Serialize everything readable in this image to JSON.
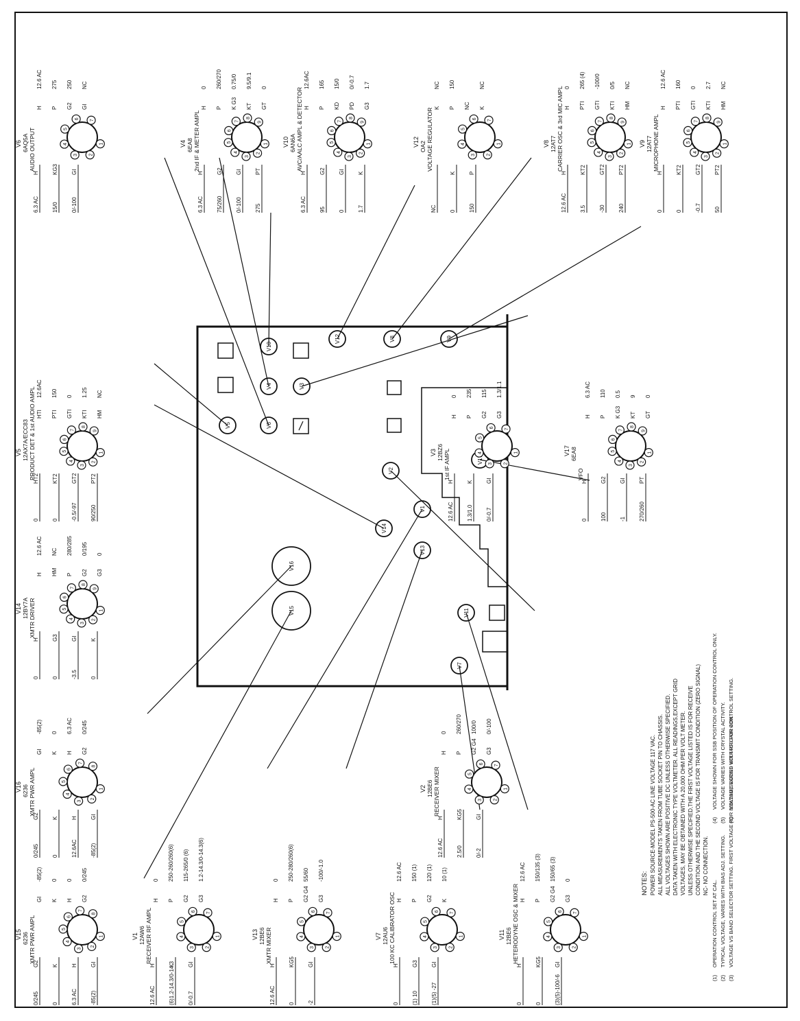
{
  "sheet": {
    "notes_heading": "NOTES:",
    "notes": [
      "POWER SOURCE-MODEL PS-500-AC LINE VOLTAGE 117 VAC.",
      "ALL MEASUREMENTS TAKEN FROM TUBE SOCKET PIN TO CHASSIS.",
      "ALL VOLTAGES SHOWN ARE POSITIVE DC UNLESS OTHERWISE SPECIFIED.",
      "DATA TAKEN WITH ELECTRONIC TYPE VOLTMETER. ALL READINGS,EXCEPT GRID",
      "VOLTAGES, MAY BE OBTAINED WITH A 20,000 OHM PER VOLT METER.",
      "UNLESS OTHERWISE SPECIFIED,THE FIRST VOLTAGE LISTED IS FOR RECEIVE",
      "CONDITION AND THE SECOND VOLTAGE IS FOR TRANSMIT CONDITION (ZERO SIGNAL)",
      "NC- NO CONNECTION."
    ],
    "footnotes": [
      {
        "mark": "(1)",
        "text": "OPERATION CONTROL SET AT CAL."
      },
      {
        "mark": "(2)",
        "text": "TYPICAL VOLTAGE, VARIES WITH BIAS ADJ. SETTING."
      },
      {
        "mark": "(3)",
        "text": "VOLTAGE VS BAND SELECTOR SETTING. FIRST VOLTAGE FOR 80M/20M,SECOND VOLTAGE FOR 40M."
      },
      {
        "mark": "(4)",
        "text": "VOLTAGE SHOWN FOR SSB POSITION OF OPERATION CONTROL ONLY."
      },
      {
        "mark": "(5)",
        "text": "VOLTAGE VARIES WITH CRYSTAL ACTIVITY."
      },
      {
        "mark": "(6)",
        "text": "VOLTAGE VARIES WITH RF GAIN CONTROL SETTING."
      }
    ]
  },
  "chassis": {
    "tube_labels": [
      "V1",
      "V2",
      "V3",
      "V4",
      "V5",
      "V6",
      "V7",
      "V8",
      "V9",
      "V10",
      "V11",
      "V12",
      "V13",
      "V14",
      "V15",
      "V16",
      "V17"
    ]
  },
  "tubes": [
    {
      "id": "V15",
      "type": "6236",
      "function": "XMTR PWR AMPL",
      "pins": [
        "1",
        "2",
        "3",
        "4",
        "5",
        "6",
        "7",
        "8"
      ],
      "left": [
        [
          "0/245",
          "G2"
        ],
        [
          "0",
          "K"
        ],
        [
          "6.3 AC",
          "H"
        ],
        [
          "-85(2)",
          "GI"
        ]
      ],
      "right": [
        [
          "GI",
          "-85(2)"
        ],
        [
          "K",
          "0"
        ],
        [
          "H",
          "0"
        ],
        [
          "G2",
          "0/245"
        ]
      ]
    },
    {
      "id": "V16",
      "type": "6236",
      "function": "XMTR PWR AMPL",
      "pins": [
        "1",
        "2",
        "3",
        "4",
        "5",
        "6",
        "7",
        "8"
      ],
      "left": [
        [
          "0/245",
          "G2"
        ],
        [
          "0",
          "K"
        ],
        [
          "12.6AC",
          "H"
        ],
        [
          "-85(2)",
          "GI"
        ]
      ],
      "right": [
        [
          "GI",
          "-85(2)"
        ],
        [
          "K",
          "0"
        ],
        [
          "H",
          "6.3 AC"
        ],
        [
          "G2",
          "0/245"
        ]
      ]
    },
    {
      "id": "V14",
      "type": "12BY7A",
      "function": "XMTR DRIVER",
      "pins": [
        "1",
        "2",
        "3",
        "4",
        "5",
        "6",
        "7",
        "8",
        "9"
      ],
      "left": [
        [
          "0",
          "H"
        ],
        [
          "0",
          "G3"
        ],
        [
          "-3.5",
          "GI"
        ],
        [
          "0",
          "K"
        ]
      ],
      "right": [
        [
          "H",
          "12.6 AC"
        ],
        [
          "HM",
          "NC"
        ],
        [
          "P",
          "280/285"
        ],
        [
          "G2",
          "0/195"
        ],
        [
          "G3",
          "0"
        ]
      ]
    },
    {
      "id": "V5",
      "type": "12AX7A/ECC83",
      "function": "PRODUCT DET & 1st AUDIO AMPL",
      "pins": [
        "1",
        "2",
        "3",
        "4",
        "5",
        "6",
        "7",
        "8",
        "9"
      ],
      "left": [
        [
          "0",
          "HT2"
        ],
        [
          "0",
          "KT2"
        ],
        [
          "-0.5/-97",
          "GT2"
        ],
        [
          "90/250",
          "PT2"
        ]
      ],
      "right": [
        [
          "HTI",
          "12.6AC"
        ],
        [
          "PTI",
          "150"
        ],
        [
          "GTI",
          "0"
        ],
        [
          "KTI",
          "1.25"
        ],
        [
          "HM",
          "NC"
        ]
      ]
    },
    {
      "id": "V6",
      "type": "6AQ5A",
      "function": "AUDIO OUTPUT",
      "pins": [
        "1",
        "2",
        "3",
        "4",
        "5",
        "6",
        "7"
      ],
      "left": [
        [
          "6.3 AC",
          "H"
        ],
        [
          "15/0",
          "KG3"
        ],
        [
          "0/-100",
          "GI"
        ]
      ],
      "right": [
        [
          "H",
          "12.6 AC"
        ],
        [
          "P",
          "275"
        ],
        [
          "G2",
          "250"
        ],
        [
          "GI",
          "NC"
        ]
      ]
    },
    {
      "id": "V4",
      "type": "6EA8",
      "function": "2nd IF & METER AMPL",
      "pins": [
        "1",
        "2",
        "3",
        "4",
        "5",
        "6",
        "7",
        "8",
        "9"
      ],
      "left": [
        [
          "6.3 AC",
          "H"
        ],
        [
          "75/260",
          "G2"
        ],
        [
          "0/-100",
          "GI"
        ],
        [
          "275",
          "PT"
        ]
      ],
      "right": [
        [
          "H",
          "0"
        ],
        [
          "P",
          "260/270"
        ],
        [
          "K G3",
          "0.75/0"
        ],
        [
          "KT",
          "9.5/9.1"
        ],
        [
          "GT",
          "0"
        ]
      ]
    },
    {
      "id": "V10",
      "type": "6AN6A",
      "function": "AVC/AALC AMPL & DETECTOR",
      "pins": [
        "1",
        "2",
        "3",
        "4",
        "5",
        "6",
        "7",
        "8",
        "9"
      ],
      "left": [
        [
          "6.3 AC",
          "H"
        ],
        [
          "95",
          "G2"
        ],
        [
          "0",
          "GI"
        ],
        [
          "1.7",
          "K"
        ]
      ],
      "right": [
        [
          "H",
          "12.6AC"
        ],
        [
          "P",
          "165"
        ],
        [
          "KD",
          "15/0"
        ],
        [
          "PD",
          "0/-0.7"
        ],
        [
          "G3",
          "1.7"
        ]
      ]
    },
    {
      "id": "V12",
      "type": "OA2",
      "function": "VOLTAGE REGULATOR",
      "pins": [
        "1",
        "2",
        "3",
        "4",
        "5",
        "6",
        "7"
      ],
      "left": [
        [
          "NC",
          ""
        ],
        [
          "0",
          "K"
        ],
        [
          "150",
          "P"
        ]
      ],
      "right": [
        [
          "K",
          "NC"
        ],
        [
          "P",
          "150"
        ],
        [
          "NC",
          ""
        ],
        [
          "K",
          "NC"
        ]
      ]
    },
    {
      "id": "V8",
      "type": "12AT7",
      "function": "CARRIER OSC & 3rd MIC AMPL",
      "pins": [
        "1",
        "2",
        "3",
        "4",
        "5",
        "6",
        "7",
        "8",
        "9"
      ],
      "left": [
        [
          "12.6 AC",
          "H"
        ],
        [
          "3.5",
          "KT2"
        ],
        [
          "-30",
          "GT2"
        ],
        [
          "240",
          "PT2"
        ]
      ],
      "right": [
        [
          "H",
          "0"
        ],
        [
          "PTI",
          "265 (4)"
        ],
        [
          "GTI",
          "-100/0"
        ],
        [
          "KTI",
          "0/5"
        ],
        [
          "HM",
          "NC"
        ]
      ]
    },
    {
      "id": "V9",
      "type": "12AT7",
      "function": "MICROPHONE AMPL",
      "pins": [
        "1",
        "2",
        "3",
        "4",
        "5",
        "6",
        "7",
        "8",
        "9"
      ],
      "left": [
        [
          "0",
          "H"
        ],
        [
          "0",
          "KT2"
        ],
        [
          "-0.7",
          "GT2"
        ],
        [
          "50",
          "PT2"
        ]
      ],
      "right": [
        [
          "H",
          "12.6 AC"
        ],
        [
          "PTI",
          "160"
        ],
        [
          "GTI",
          "0"
        ],
        [
          "KTI",
          "2.7"
        ],
        [
          "HM",
          "NC"
        ]
      ]
    },
    {
      "id": "V3",
      "type": "12BZ6",
      "function": "1st IF AMPL",
      "pins": [
        "1",
        "2",
        "3",
        "4",
        "5",
        "6",
        "7"
      ],
      "left": [
        [
          "12.6 AC",
          "H"
        ],
        [
          "1.3/1.0",
          "K"
        ],
        [
          "0/-0.7",
          "GI"
        ]
      ],
      "right": [
        [
          "H",
          "0"
        ],
        [
          "P",
          "235"
        ],
        [
          "G2",
          "115"
        ],
        [
          "G3",
          "1.3/1.1"
        ]
      ]
    },
    {
      "id": "V17",
      "type": "6EA8",
      "function": "VFO",
      "pins": [
        "1",
        "2",
        "3",
        "4",
        "5",
        "6",
        "7",
        "8",
        "9"
      ],
      "left": [
        [
          "0",
          "H"
        ],
        [
          "100",
          "G2"
        ],
        [
          "-1",
          "GI"
        ],
        [
          "270/260",
          "PT"
        ]
      ],
      "right": [
        [
          "H",
          "6.3 AC"
        ],
        [
          "P",
          "110"
        ],
        [
          "K G3",
          "0.5"
        ],
        [
          "KT",
          "9"
        ],
        [
          "GT",
          "0"
        ]
      ]
    },
    {
      "id": "V1",
      "type": "12AW6",
      "function": "RECEIVER RF AMPL",
      "pins": [
        "1",
        "2",
        "3",
        "4",
        "5",
        "6",
        "7"
      ],
      "left": [
        [
          "12.6 AC",
          "H"
        ],
        [
          "(6)1.2-14.3/0-14.3",
          "K"
        ],
        [
          "0/-0.7",
          "GI"
        ]
      ],
      "right": [
        [
          "H",
          "0"
        ],
        [
          "P",
          "250-260/260(6)"
        ],
        [
          "G2",
          "115-265/0 (6)"
        ],
        [
          "G3",
          "1.2-14.3/0-14.3(6)"
        ]
      ]
    },
    {
      "id": "V13",
      "type": "12BE6",
      "function": "XMTR MIXER",
      "pins": [
        "1",
        "2",
        "3",
        "4",
        "5",
        "6",
        "7"
      ],
      "left": [
        [
          "12.6 AC",
          "H"
        ],
        [
          "0",
          "KG5"
        ],
        [
          "-2",
          "GI"
        ]
      ],
      "right": [
        [
          "H",
          "0"
        ],
        [
          "P",
          "250-280/260(6)"
        ],
        [
          "G2 G4",
          "55/60"
        ],
        [
          "G3",
          "-100/-1.0"
        ]
      ]
    },
    {
      "id": "V7",
      "type": "12AU6",
      "function": "100 KC CALIBRATOR OSC",
      "pins": [
        "1",
        "2",
        "3",
        "4",
        "5",
        "6",
        "7"
      ],
      "left": [
        [
          "0",
          "H"
        ],
        [
          "(1) 10",
          "G3"
        ],
        [
          "(1)(5) -27",
          "GI"
        ]
      ],
      "right": [
        [
          "H",
          "12.6 AC"
        ],
        [
          "P",
          "150 (1)"
        ],
        [
          "G2",
          "120 (1)"
        ],
        [
          "K",
          "10 (1)"
        ]
      ]
    },
    {
      "id": "V11",
      "type": "12BE6",
      "function": "HETERODYNE OSC & MIXER",
      "pins": [
        "1",
        "2",
        "3",
        "4",
        "5",
        "6",
        "7"
      ],
      "left": [
        [
          "0",
          "H"
        ],
        [
          "0",
          "KG5"
        ],
        [
          "(3)(5)-100/-6",
          "GI"
        ]
      ],
      "right": [
        [
          "H",
          "12.6 AC"
        ],
        [
          "P",
          "150/135 (3)"
        ],
        [
          "G2 G4",
          "150/65 (3)"
        ],
        [
          "G3",
          "0"
        ]
      ]
    },
    {
      "id": "V2",
      "type": "12BE6",
      "function": "RECEIVER MIXER",
      "pins": [
        "1",
        "2",
        "3",
        "4",
        "5",
        "6",
        "7"
      ],
      "left": [
        [
          "12.6 AC",
          "H"
        ],
        [
          "2.5/0",
          "KG5"
        ],
        [
          "0/-2",
          "GI"
        ]
      ],
      "right": [
        [
          "H",
          "0"
        ],
        [
          "P",
          "260/270"
        ],
        [
          "G2 G4",
          "100/0"
        ],
        [
          "G3",
          "0/-100"
        ]
      ]
    }
  ]
}
